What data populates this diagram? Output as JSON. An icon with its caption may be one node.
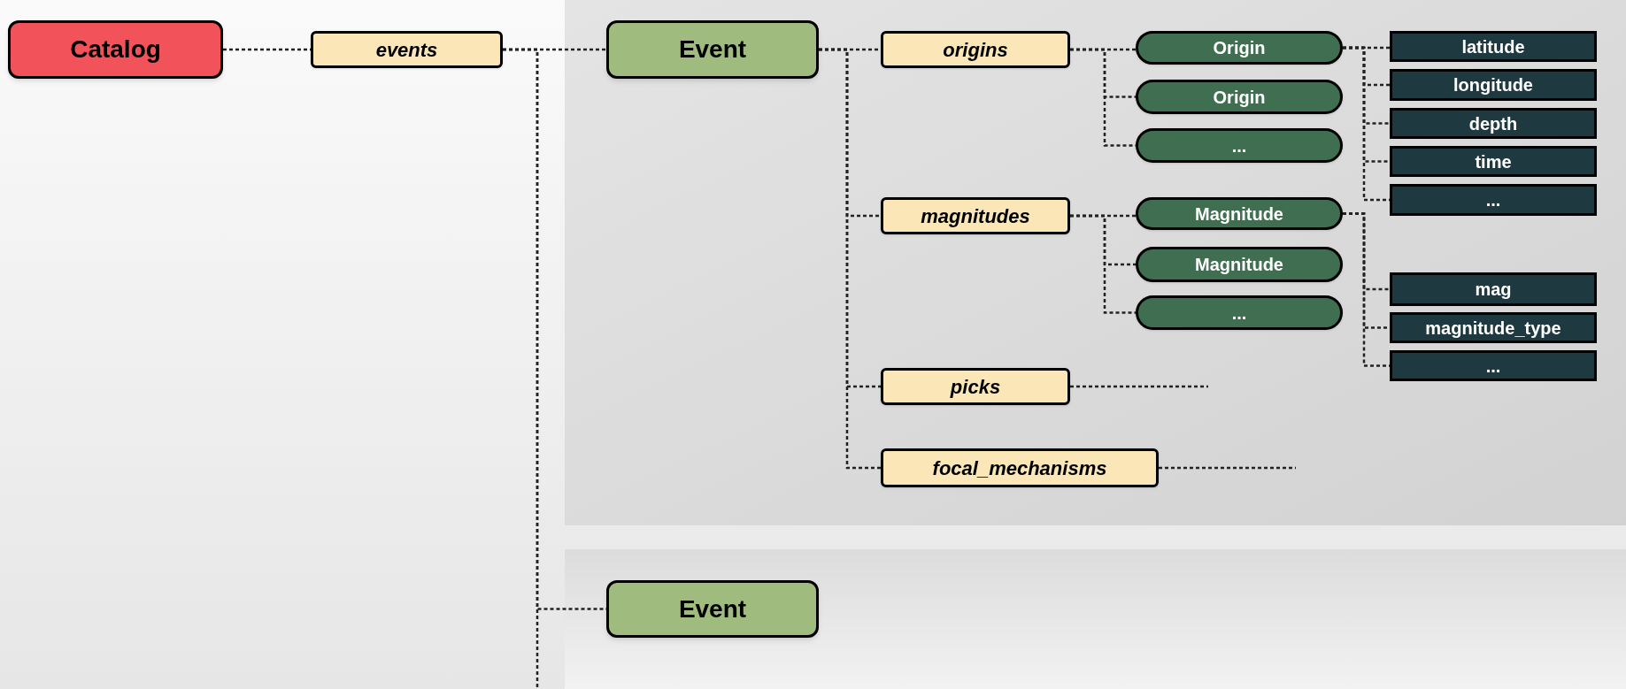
{
  "diagram": {
    "nodes": [
      {
        "text": [
          "Catalog"
        ]
      },
      {
        "text": [
          "events"
        ]
      },
      {
        "text": [
          "Event"
        ]
      },
      {
        "text": [
          "origins"
        ]
      },
      {
        "text": [
          "Origin"
        ]
      },
      {
        "text": [
          "Origin"
        ]
      },
      {
        "text": [
          "..."
        ]
      },
      {
        "text": [
          "latitude"
        ]
      },
      {
        "text": [
          "longitude"
        ]
      },
      {
        "text": [
          "depth"
        ]
      },
      {
        "text": [
          "time"
        ]
      },
      {
        "text": [
          "..."
        ]
      },
      {
        "text": [
          "magnitudes"
        ]
      },
      {
        "text": [
          "Magnitude"
        ]
      },
      {
        "text": [
          "Magnitude"
        ]
      },
      {
        "text": [
          "..."
        ]
      },
      {
        "text": [
          "mag"
        ]
      },
      {
        "text": [
          "magnitude_type"
        ]
      },
      {
        "text": [
          "..."
        ]
      },
      {
        "text": [
          "picks"
        ]
      },
      {
        "text": [
          "focal_mechanisms"
        ]
      },
      {
        "text": [
          "Event"
        ]
      }
    ],
    "edges": [
      {
        "from": 0,
        "to": 1,
        "arrow": "none"
      },
      {
        "from": 1,
        "to": 2,
        "arrow": "none"
      },
      {
        "from": 1,
        "to": 21,
        "arrow": "none"
      },
      {
        "from": 1,
        "to": null,
        "arrow": "none"
      },
      {
        "from": 2,
        "to": 3,
        "arrow": "none"
      },
      {
        "from": 2,
        "to": 12,
        "arrow": "none"
      },
      {
        "from": 2,
        "to": 19,
        "arrow": "none"
      },
      {
        "from": 2,
        "to": 20,
        "arrow": "none"
      },
      {
        "from": 3,
        "to": 4,
        "arrow": "none"
      },
      {
        "from": 3,
        "to": 5,
        "arrow": "none"
      },
      {
        "from": 3,
        "to": 6,
        "arrow": "none"
      },
      {
        "from": 4,
        "to": 7,
        "arrow": "none"
      },
      {
        "from": 4,
        "to": 8,
        "arrow": "none"
      },
      {
        "from": 4,
        "to": 9,
        "arrow": "none"
      },
      {
        "from": 4,
        "to": 10,
        "arrow": "none"
      },
      {
        "from": 4,
        "to": 11,
        "arrow": "none"
      },
      {
        "from": 12,
        "to": 13,
        "arrow": "none"
      },
      {
        "from": 12,
        "to": 14,
        "arrow": "none"
      },
      {
        "from": 12,
        "to": 15,
        "arrow": "none"
      },
      {
        "from": 13,
        "to": 16,
        "arrow": "none"
      },
      {
        "from": 13,
        "to": 17,
        "arrow": "none"
      },
      {
        "from": 13,
        "to": 18,
        "arrow": "none"
      },
      {
        "from": 19,
        "to": null,
        "arrow": "none"
      },
      {
        "from": 20,
        "to": null,
        "arrow": "none"
      }
    ]
  }
}
